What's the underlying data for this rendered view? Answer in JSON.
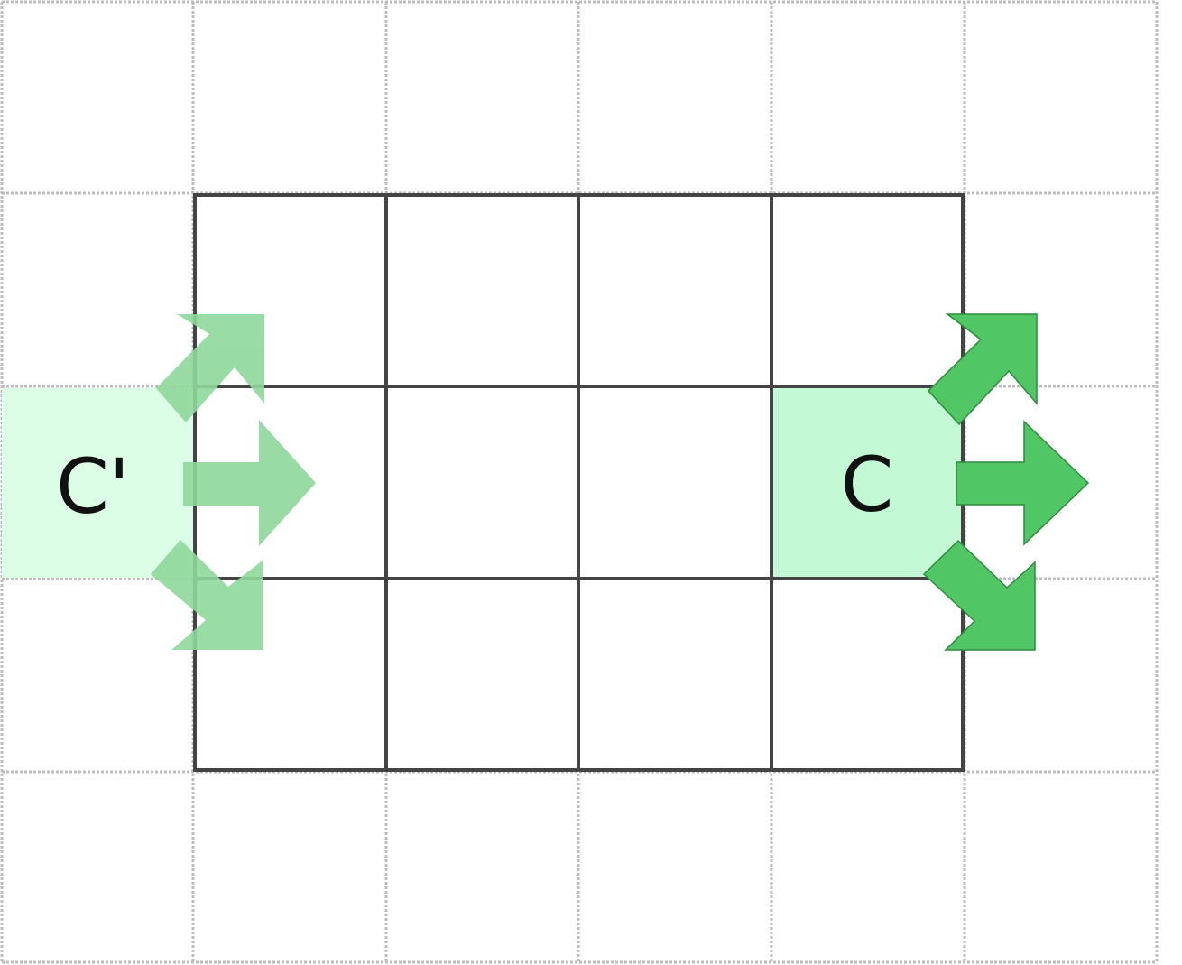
{
  "cells": {
    "original": {
      "label": "C",
      "fill": "#c3f9d4",
      "arrow_fill": "#50c764",
      "arrow_stroke": "#2f8c3f"
    },
    "wrapped": {
      "label": "C'",
      "fill": "#dcfde6",
      "arrow_fill": "#8ed89b",
      "arrow_stroke": "none"
    }
  },
  "colors": {
    "outer_grid": "#bdbdbd",
    "inner_grid": "#444444",
    "background": "#ffffff"
  }
}
